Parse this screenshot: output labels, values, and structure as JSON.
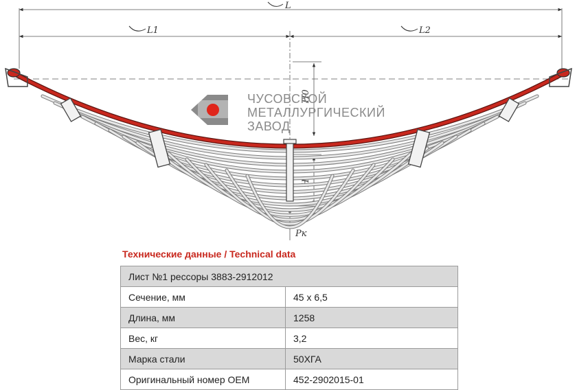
{
  "drawing": {
    "dim_total": "L",
    "dim_left": "L1",
    "dim_right": "L2",
    "dim_height_upper": "H0",
    "dim_height_lower": "H",
    "load_label": "Pк",
    "main_leaf_color": "#c8281e"
  },
  "logo": {
    "line1": "ЧУСОВСКОЙ",
    "line2": "МЕТАЛЛУРГИЧЕСКИЙ",
    "line3": "ЗАВОД",
    "mark_color": "#e0261b",
    "icon": "factory-logo-icon"
  },
  "section_title": "Технические данные / Technical data",
  "table": {
    "header": "Лист №1 рессоры 3883-2912012",
    "rows": [
      {
        "label": "Сечение, мм",
        "value": "45 х 6,5"
      },
      {
        "label": "Длина, мм",
        "value": "1258"
      },
      {
        "label": "Вес, кг",
        "value": "3,2"
      },
      {
        "label": "Марка стали",
        "value": "50ХГА"
      },
      {
        "label": "Оригинальный номер ОЕМ",
        "value": "452-2902015-01"
      }
    ]
  }
}
